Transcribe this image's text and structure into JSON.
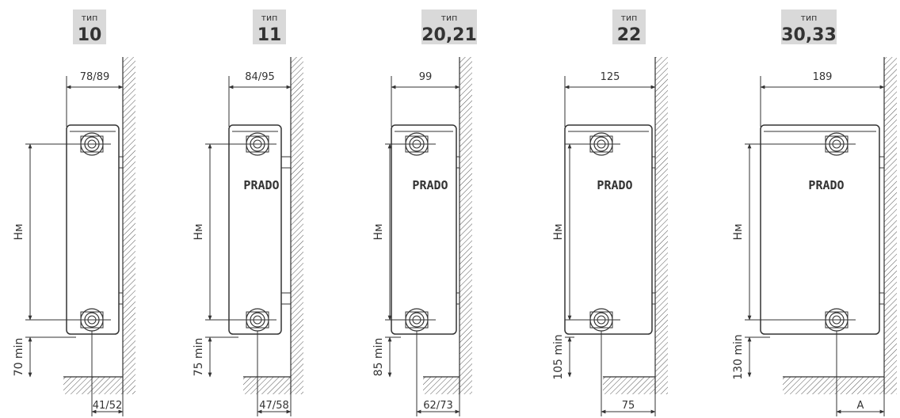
{
  "brand_label": "PRADO",
  "height_label": "Hм",
  "colors": {
    "line": "#333333",
    "badge_bg": "#d9d9d9",
    "hatch": "#555555"
  },
  "panels": [
    {
      "type_word": "тип",
      "type_number": "10",
      "depth_label": "78/89",
      "clearance_label": "70 min",
      "bottom_label": "41/52"
    },
    {
      "type_word": "тип",
      "type_number": "11",
      "depth_label": "84/95",
      "clearance_label": "75 min",
      "bottom_label": "47/58"
    },
    {
      "type_word": "тип",
      "type_number": "20,21",
      "depth_label": "99",
      "clearance_label": "85 min",
      "bottom_label": "62/73"
    },
    {
      "type_word": "тип",
      "type_number": "22",
      "depth_label": "125",
      "clearance_label": "105 min",
      "bottom_label": "75"
    },
    {
      "type_word": "тип",
      "type_number": "30,33",
      "depth_label": "189",
      "clearance_label": "130 min",
      "bottom_label": "A"
    }
  ]
}
